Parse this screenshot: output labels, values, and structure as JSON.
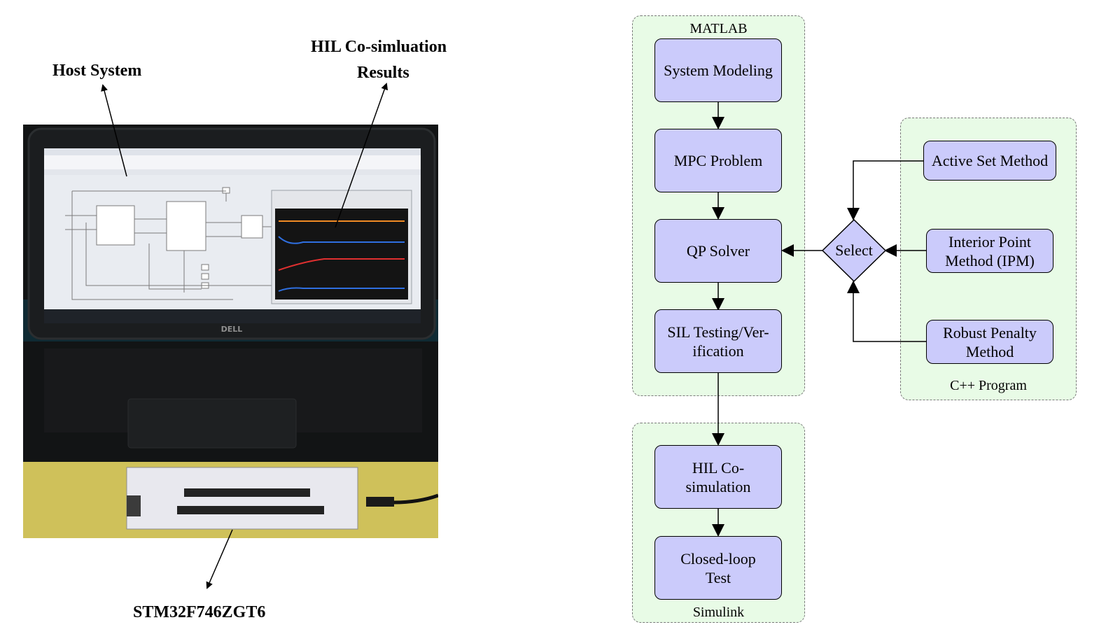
{
  "photo_callouts": {
    "host_system": "Host System",
    "hil_results_line1": "HIL Co-simluation",
    "hil_results_line2": "Results",
    "board": "STM32F746ZGT6"
  },
  "laptop_brand": "DELL",
  "flow": {
    "regions": {
      "matlab": "MATLAB",
      "simulink": "Simulink",
      "cpp": "C++ Program"
    },
    "nodes": {
      "system_modeling": "System Modeling",
      "mpc_problem": "MPC Problem",
      "qp_solver": "QP Solver",
      "sil_testing": "SIL Testing/Ver-ification",
      "hil_cosim": "HIL Co-simulation",
      "closed_loop": "Closed-loop Test",
      "select": "Select",
      "active_set": "Active Set Method",
      "interior_point": "Interior Point Method (IPM)",
      "robust_penalty": "Robust Penalty Method"
    }
  },
  "colors": {
    "node_fill": "#cbcbfb",
    "region_fill": "#e8fbe6",
    "scope_orange": "#f08a24",
    "scope_blue": "#2f6fe0",
    "scope_red": "#e03030",
    "board_white": "#e8e8ee"
  }
}
